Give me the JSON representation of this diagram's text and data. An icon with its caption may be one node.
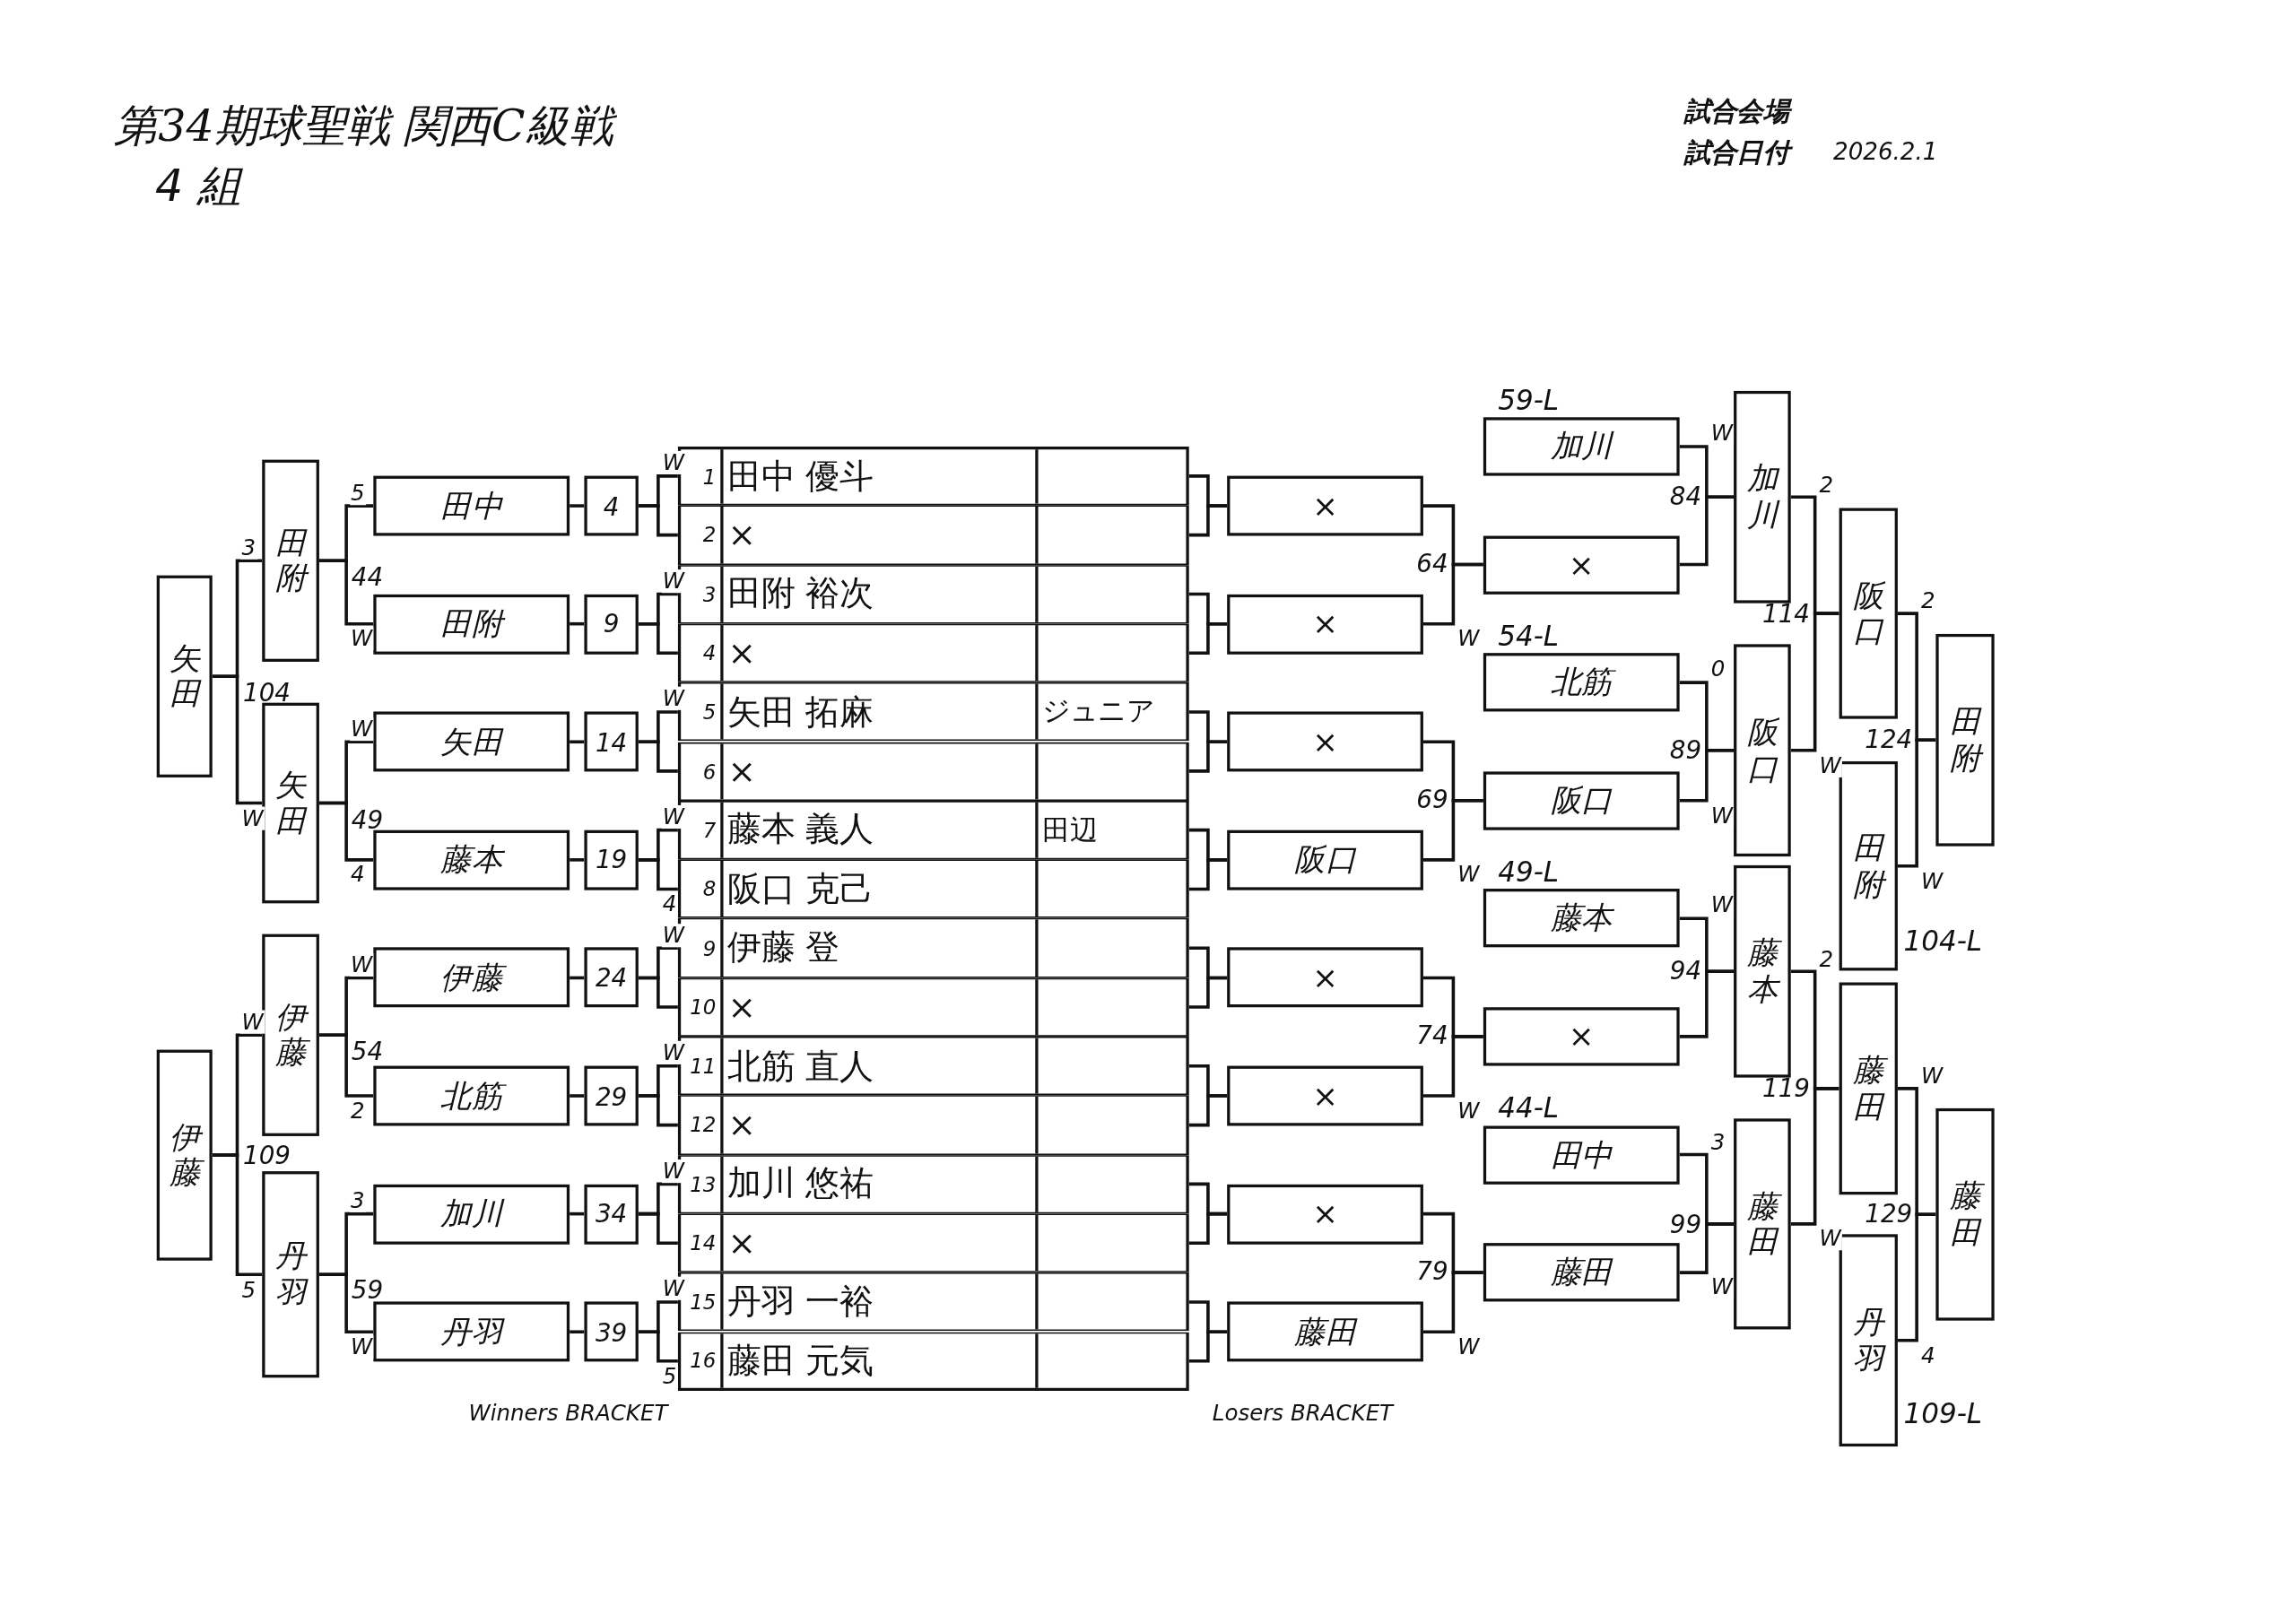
{
  "diagram": {
    "title": "第34期球聖戦 関西C級戦",
    "nodes": [
      {
        "text": [
          "矢田"
        ]
      },
      {
        "text": [
          "伊藤"
        ]
      },
      {
        "text": [
          "田附"
        ]
      },
      {
        "text": [
          "矢田"
        ]
      },
      {
        "text": [
          "伊藤"
        ]
      },
      {
        "text": [
          "丹羽"
        ]
      },
      {
        "text": [
          "田中"
        ]
      },
      {
        "text": [
          "田附"
        ]
      },
      {
        "text": [
          "矢田"
        ]
      },
      {
        "text": [
          "藤本"
        ]
      },
      {
        "text": [
          "伊藤"
        ]
      },
      {
        "text": [
          "北筋"
        ]
      },
      {
        "text": [
          "加川"
        ]
      },
      {
        "text": [
          "丹羽"
        ]
      },
      {
        "text": [
          "4"
        ]
      },
      {
        "text": [
          "9"
        ]
      },
      {
        "text": [
          "14"
        ]
      },
      {
        "text": [
          "19"
        ]
      },
      {
        "text": [
          "24"
        ]
      },
      {
        "text": [
          "29"
        ]
      },
      {
        "text": [
          "34"
        ]
      },
      {
        "text": [
          "39"
        ]
      },
      {
        "text": [
          "1",
          "田中 優斗"
        ]
      },
      {
        "text": [
          "2",
          "×"
        ]
      },
      {
        "text": [
          "3",
          "田附 裕次"
        ]
      },
      {
        "text": [
          "4",
          "×"
        ]
      },
      {
        "text": [
          "5",
          "矢田 拓麻",
          "ジュニア"
        ]
      },
      {
        "text": [
          "6",
          "×"
        ]
      },
      {
        "text": [
          "7",
          "藤本 義人",
          "田辺"
        ]
      },
      {
        "text": [
          "8",
          "阪口 克己"
        ]
      },
      {
        "text": [
          "9",
          "伊藤 登"
        ]
      },
      {
        "text": [
          "10",
          "×"
        ]
      },
      {
        "text": [
          "11",
          "北筋 直人"
        ]
      },
      {
        "text": [
          "12",
          "×"
        ]
      },
      {
        "text": [
          "13",
          "加川 悠祐"
        ]
      },
      {
        "text": [
          "14",
          "×"
        ]
      },
      {
        "text": [
          "15",
          "丹羽 一裕"
        ]
      },
      {
        "text": [
          "16",
          "藤田 元気"
        ]
      },
      {
        "text": [
          "×"
        ]
      },
      {
        "text": [
          "×"
        ]
      },
      {
        "text": [
          "×"
        ]
      },
      {
        "text": [
          "阪口"
        ]
      },
      {
        "text": [
          "×"
        ]
      },
      {
        "text": [
          "×"
        ]
      },
      {
        "text": [
          "×"
        ]
      },
      {
        "text": [
          "藤田"
        ]
      },
      {
        "text": [
          "加川"
        ],
        "beside": [
          "59-L"
        ]
      },
      {
        "text": [
          "×"
        ]
      },
      {
        "text": [
          "北筋"
        ],
        "beside": [
          "54-L"
        ]
      },
      {
        "text": [
          "阪口"
        ]
      },
      {
        "text": [
          "藤本"
        ],
        "beside": [
          "49-L"
        ]
      },
      {
        "text": [
          "×"
        ]
      },
      {
        "text": [
          "田中"
        ],
        "beside": [
          "44-L"
        ]
      },
      {
        "text": [
          "藤田"
        ]
      },
      {
        "text": [
          "加川"
        ]
      },
      {
        "text": [
          "阪口"
        ]
      },
      {
        "text": [
          "藤本"
        ]
      },
      {
        "text": [
          "藤田"
        ]
      },
      {
        "text": [
          "阪口"
        ]
      },
      {
        "text": [
          "田附"
        ],
        "beside": [
          "104-L"
        ]
      },
      {
        "text": [
          "藤田"
        ]
      },
      {
        "text": [
          "丹羽"
        ],
        "beside": [
          "109-L"
        ]
      },
      {
        "text": [
          "田附"
        ]
      },
      {
        "text": [
          "藤田"
        ]
      }
    ],
    "edges": [
      {
        "from": 22,
        "to": 14,
        "arrow": "none",
        "label": "W"
      },
      {
        "from": 23,
        "to": 14,
        "arrow": "none"
      },
      {
        "from": 24,
        "to": 15,
        "arrow": "none",
        "label": "W"
      },
      {
        "from": 25,
        "to": 15,
        "arrow": "none"
      },
      {
        "from": 26,
        "to": 16,
        "arrow": "none",
        "label": "W"
      },
      {
        "from": 27,
        "to": 16,
        "arrow": "none"
      },
      {
        "from": 28,
        "to": 17,
        "arrow": "none",
        "label": "W"
      },
      {
        "from": 29,
        "to": 17,
        "arrow": "none",
        "label": "4"
      },
      {
        "from": 30,
        "to": 18,
        "arrow": "none",
        "label": "W"
      },
      {
        "from": 31,
        "to": 18,
        "arrow": "none"
      },
      {
        "from": 32,
        "to": 19,
        "arrow": "none",
        "label": "W"
      },
      {
        "from": 33,
        "to": 19,
        "arrow": "none"
      },
      {
        "from": 34,
        "to": 20,
        "arrow": "none",
        "label": "W"
      },
      {
        "from": 35,
        "to": 20,
        "arrow": "none"
      },
      {
        "from": 36,
        "to": 21,
        "arrow": "none",
        "label": "W"
      },
      {
        "from": 37,
        "to": 21,
        "arrow": "none",
        "label": "5"
      },
      {
        "from": 14,
        "to": 6,
        "arrow": "none"
      },
      {
        "from": 15,
        "to": 7,
        "arrow": "none"
      },
      {
        "from": 16,
        "to": 8,
        "arrow": "none"
      },
      {
        "from": 17,
        "to": 9,
        "arrow": "none"
      },
      {
        "from": 18,
        "to": 10,
        "arrow": "none"
      },
      {
        "from": 19,
        "to": 11,
        "arrow": "none"
      },
      {
        "from": 20,
        "to": 12,
        "arrow": "none"
      },
      {
        "from": 21,
        "to": 13,
        "arrow": "none"
      },
      {
        "from": 6,
        "to": 2,
        "arrow": "none",
        "label": "5"
      },
      {
        "from": 7,
        "to": 2,
        "arrow": "none",
        "label": "W"
      },
      {
        "from": 8,
        "to": 3,
        "arrow": "none",
        "label": "W"
      },
      {
        "from": 9,
        "to": 3,
        "arrow": "none",
        "label": "4"
      },
      {
        "from": 10,
        "to": 4,
        "arrow": "none",
        "label": "W"
      },
      {
        "from": 11,
        "to": 4,
        "arrow": "none",
        "label": "2"
      },
      {
        "from": 12,
        "to": 5,
        "arrow": "none",
        "label": "3"
      },
      {
        "from": 13,
        "to": 5,
        "arrow": "none",
        "label": "W"
      },
      {
        "from": 2,
        "to": 0,
        "arrow": "none",
        "label": "3"
      },
      {
        "from": 3,
        "to": 0,
        "arrow": "none",
        "label": "W"
      },
      {
        "from": 4,
        "to": 1,
        "arrow": "none",
        "label": "W"
      },
      {
        "from": 5,
        "to": 1,
        "arrow": "none",
        "label": "5"
      },
      {
        "from": 22,
        "to": 38,
        "arrow": "none"
      },
      {
        "from": 23,
        "to": 38,
        "arrow": "none"
      },
      {
        "from": 24,
        "to": 39,
        "arrow": "none"
      },
      {
        "from": 25,
        "to": 39,
        "arrow": "none"
      },
      {
        "from": 26,
        "to": 40,
        "arrow": "none"
      },
      {
        "from": 27,
        "to": 40,
        "arrow": "none"
      },
      {
        "from": 28,
        "to": 41,
        "arrow": "none"
      },
      {
        "from": 29,
        "to": 41,
        "arrow": "none"
      },
      {
        "from": 30,
        "to": 42,
        "arrow": "none"
      },
      {
        "from": 31,
        "to": 42,
        "arrow": "none"
      },
      {
        "from": 32,
        "to": 43,
        "arrow": "none"
      },
      {
        "from": 33,
        "to": 43,
        "arrow": "none"
      },
      {
        "from": 34,
        "to": 44,
        "arrow": "none"
      },
      {
        "from": 35,
        "to": 44,
        "arrow": "none"
      },
      {
        "from": 36,
        "to": 45,
        "arrow": "none"
      },
      {
        "from": 37,
        "to": 45,
        "arrow": "none"
      },
      {
        "from": 38,
        "to": 47,
        "arrow": "none"
      },
      {
        "from": 39,
        "to": 47,
        "arrow": "none",
        "label": "W"
      },
      {
        "from": 40,
        "to": 49,
        "arrow": "none"
      },
      {
        "from": 41,
        "to": 49,
        "arrow": "none",
        "label": "W"
      },
      {
        "from": 42,
        "to": 51,
        "arrow": "none"
      },
      {
        "from": 43,
        "to": 51,
        "arrow": "none",
        "label": "W"
      },
      {
        "from": 44,
        "to": 53,
        "arrow": "none"
      },
      {
        "from": 45,
        "to": 53,
        "arrow": "none",
        "label": "W"
      },
      {
        "from": 46,
        "to": 54,
        "arrow": "none",
        "label": "W"
      },
      {
        "from": 47,
        "to": 54,
        "arrow": "none"
      },
      {
        "from": 48,
        "to": 55,
        "arrow": "none",
        "label": "0"
      },
      {
        "from": 49,
        "to": 55,
        "arrow": "none",
        "label": "W"
      },
      {
        "from": 50,
        "to": 56,
        "arrow": "none",
        "label": "W"
      },
      {
        "from": 51,
        "to": 56,
        "arrow": "none"
      },
      {
        "from": 52,
        "to": 57,
        "arrow": "none",
        "label": "3"
      },
      {
        "from": 53,
        "to": 57,
        "arrow": "none",
        "label": "W"
      },
      {
        "from": 54,
        "to": 58,
        "arrow": "none",
        "label": "2"
      },
      {
        "from": 55,
        "to": 58,
        "arrow": "none",
        "label": "W"
      },
      {
        "from": 56,
        "to": 60,
        "arrow": "none",
        "label": "2"
      },
      {
        "from": 57,
        "to": 60,
        "arrow": "none",
        "label": "W"
      },
      {
        "from": 58,
        "to": 62,
        "arrow": "none",
        "label": "2"
      },
      {
        "from": 59,
        "to": 62,
        "arrow": "none",
        "label": "W"
      },
      {
        "from": 60,
        "to": 63,
        "arrow": "none",
        "label": "W"
      },
      {
        "from": 61,
        "to": 63,
        "arrow": "none",
        "label": "4"
      }
    ],
    "labels": [
      "4 組",
      "試合会場",
      "試合日付",
      "2026.2.1",
      "104",
      "109",
      "44",
      "49",
      "54",
      "59",
      "64",
      "69",
      "74",
      "79",
      "84",
      "89",
      "94",
      "99",
      "114",
      "119",
      "124",
      "129",
      "Winners BRACKET",
      "Losers BRACKET"
    ]
  }
}
